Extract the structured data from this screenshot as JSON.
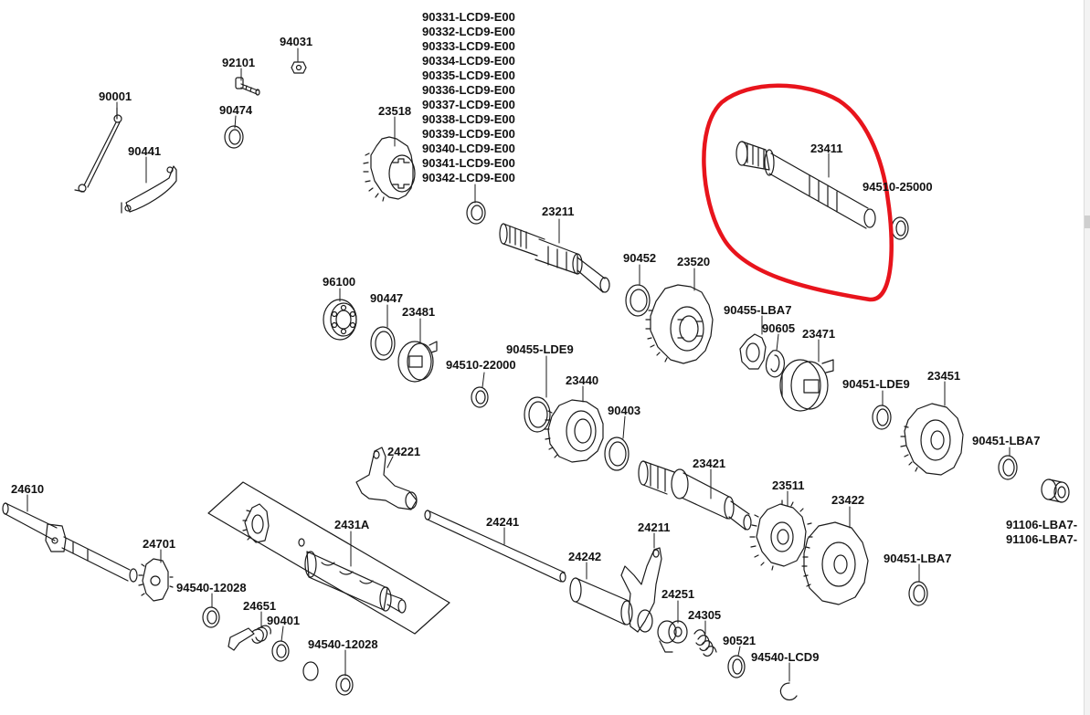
{
  "diagram": {
    "parts": {
      "p90001": "90001",
      "p92101": "92101",
      "p94031": "94031",
      "p90474": "90474",
      "p90441": "90441",
      "p23518": "23518",
      "p90331_list": [
        "90331-LCD9-E00",
        "90332-LCD9-E00",
        "90333-LCD9-E00",
        "90334-LCD9-E00",
        "90335-LCD9-E00",
        "90336-LCD9-E00",
        "90337-LCD9-E00",
        "90338-LCD9-E00",
        "90339-LCD9-E00",
        "90340-LCD9-E00",
        "90341-LCD9-E00",
        "90342-LCD9-E00"
      ],
      "p23411": "23411",
      "p94510_25000": "94510-25000",
      "p23211": "23211",
      "p90452": "90452",
      "p23520": "23520",
      "p96100": "96100",
      "p90447": "90447",
      "p23481": "23481",
      "p90455_lba7": "90455-LBA7",
      "p90605": "90605",
      "p23471": "23471",
      "p90455_lde9": "90455-LDE9",
      "p94510_22000": "94510-22000",
      "p23440": "23440",
      "p90451_lde9": "90451-LDE9",
      "p23451": "23451",
      "p90403": "90403",
      "p90451_lba7_a": "90451-LBA7",
      "p24221": "24221",
      "p23421": "23421",
      "p24610": "24610",
      "p2431a": "2431A",
      "p24241": "24241",
      "p23511": "23511",
      "p23422": "23422",
      "p91106_a": "91106-LBA7-",
      "p91106_b": "91106-LBA7-",
      "p24211": "24211",
      "p24701": "24701",
      "p24242": "24242",
      "p90451_lba7_b": "90451-LBA7",
      "p94540_12028_a": "94540-12028",
      "p24651": "24651",
      "p24251": "24251",
      "p24305": "24305",
      "p90401": "90401",
      "p90521": "90521",
      "p94540_12028_b": "94540-12028",
      "p94540_lcd9": "94540-LCD9"
    },
    "highlight": {
      "color": "#e8141c",
      "target": "23411"
    },
    "line_color": "#1a1a1a"
  }
}
